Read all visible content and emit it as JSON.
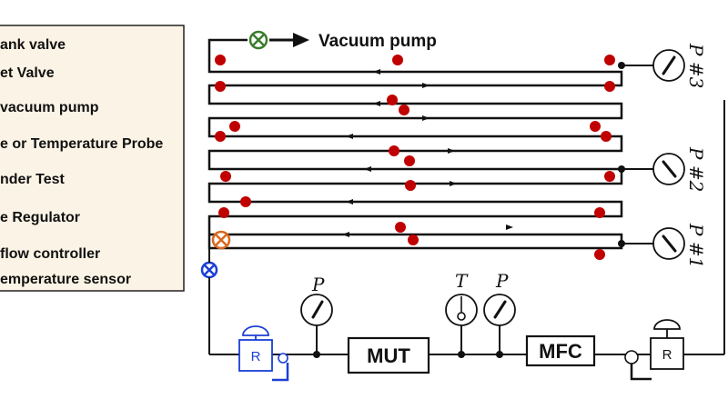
{
  "legend": {
    "items": [
      "ank valve",
      "et Valve",
      " vacuum pump",
      "e or Temperature Probe",
      "nder Test",
      "e Regulator",
      " flow controller",
      "emperature sensor"
    ]
  },
  "labels": {
    "vacuum_pump": "Vacuum pump",
    "mut": "MUT",
    "mfc": "MFC",
    "pressure": "P",
    "temperature": "T",
    "regulator": "R",
    "p3": "P #3",
    "p2": "P #2",
    "p1": "P #1"
  },
  "colors": {
    "line": "#111111",
    "sensor_dot": "#c00000",
    "blue": "#1a3fd6",
    "green_valve": "#3a7d2c",
    "orange_valve": "#d9661a",
    "legend_bg": "#fbf4e6"
  },
  "icons": {
    "green_valve": "valve-x-icon",
    "orange_valve": "valve-x-icon",
    "blue_valve": "valve-x-icon",
    "gauge": "pressure-gauge-icon",
    "regulator": "regulator-icon"
  }
}
